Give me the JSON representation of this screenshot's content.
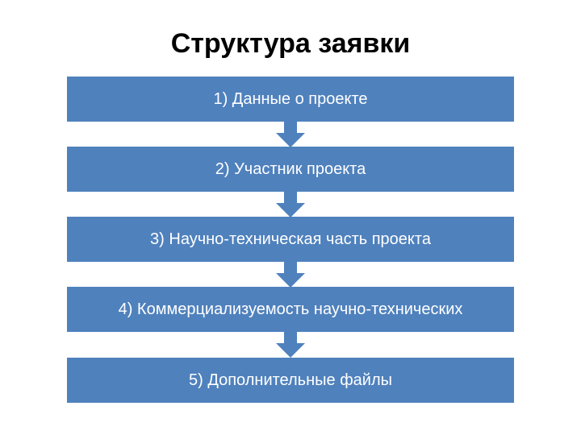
{
  "title": "Структура заявки",
  "steps": [
    {
      "label": "1) Данные о проекте"
    },
    {
      "label": "2) Участник проекта"
    },
    {
      "label": "3) Научно-техническая часть проекта"
    },
    {
      "label": "4) Коммерциализуемость научно-технических"
    },
    {
      "label": "5) Дополнительные файлы"
    }
  ],
  "colors": {
    "box_fill": "#4f81bd",
    "box_text": "#ffffff",
    "arrow_fill": "#4f81bd"
  },
  "icons": {
    "connector": "down-arrow-icon"
  }
}
